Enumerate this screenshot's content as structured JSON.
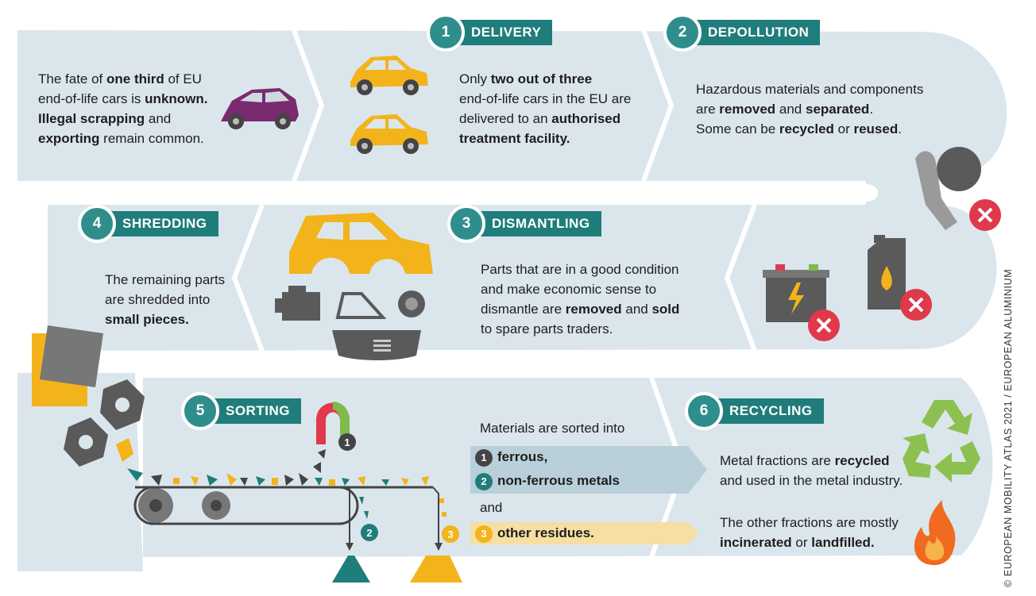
{
  "intro": {
    "t1": "The fate of ",
    "b1": "one third",
    "t2": " of EU",
    "t3": "end-of-life cars is ",
    "b2": "unknown.",
    "b3": "Illegal scrapping",
    "t4": " and",
    "b4": "exporting",
    "t5": " remain common."
  },
  "steps": [
    {
      "num": "1",
      "label": "DELIVERY"
    },
    {
      "num": "2",
      "label": "DEPOLLUTION"
    },
    {
      "num": "3",
      "label": "DISMANTLING"
    },
    {
      "num": "4",
      "label": "SHREDDING"
    },
    {
      "num": "5",
      "label": "SORTING"
    },
    {
      "num": "6",
      "label": "RECYCLING"
    }
  ],
  "delivery": {
    "t1": "Only ",
    "b1": "two out of three",
    "t2": "end-of-life cars in the EU are",
    "t3": "delivered to an ",
    "b2": "authorised",
    "b3": "treatment facility."
  },
  "depollution": {
    "t1": "Hazardous materials and components",
    "t2": "are ",
    "b1": "removed",
    "t3": " and ",
    "b2": "separated",
    "t4": ".",
    "t5": "Some can be ",
    "b3": "recycled",
    "t6": " or ",
    "b4": "reused",
    "t7": "."
  },
  "dismantling": {
    "t1": "Parts that are in a good condition",
    "t2": "and make economic sense to",
    "t3": "dismantle are ",
    "b1": "removed",
    "t4": " and ",
    "b2": "sold",
    "t5": "to spare parts traders."
  },
  "shredding": {
    "t1": "The remaining parts",
    "t2": "are shredded into",
    "b1": "small pieces."
  },
  "sorting": {
    "intro": "Materials are sorted into",
    "m1_num": "1",
    "m1": "ferrous,",
    "m2_num": "2",
    "m2": "non-ferrous metals",
    "and": "and",
    "m3_num": "3",
    "m3": "other residues.",
    "magnet_num": "1",
    "bin2_num": "2",
    "bin3_num": "3"
  },
  "recycling": {
    "t1": "Metal fractions are ",
    "b1": "recycled",
    "t2": "and used in the metal industry.",
    "t3": "The other fractions are mostly",
    "b2": "incinerated",
    "t4": " or ",
    "b3": "landfilled."
  },
  "credit": "EUROPEAN MOBILITY ATLAS 2021 / EUROPEAN ALUMINIUM",
  "credit_mark": "©",
  "colors": {
    "teal": "#1f7d7b",
    "teal_light": "#2f8e8b",
    "road": "#dbe6ec",
    "yellow": "#f3b31b",
    "purple": "#7a2a6e",
    "red": "#e0394b",
    "grey": "#5a5a5a",
    "green": "#7dbb4a",
    "orange": "#f06a22"
  }
}
